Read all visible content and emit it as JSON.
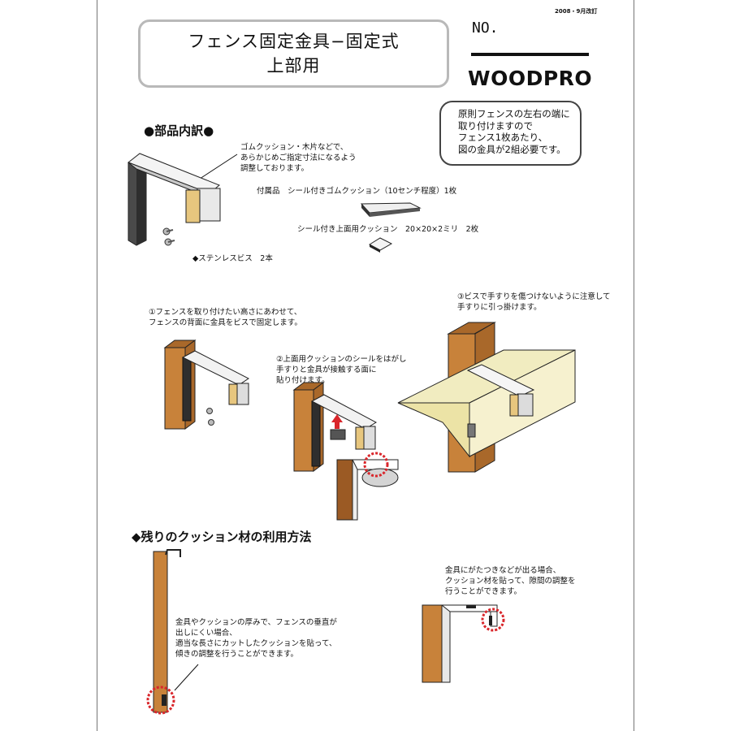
{
  "header": {
    "revised": "2008・9月改訂",
    "title_line1": "フェンス固定金具−固定式",
    "title_line2": "上部用",
    "no_label": "NO.",
    "brand": "WOODPRO"
  },
  "note": {
    "lines": [
      "原則フェンスの左右の端に",
      "取り付けますので",
      "フェンス1枚あたり、",
      "図の金具が2組必要です。"
    ]
  },
  "parts": {
    "heading": "●部品内訳●",
    "cushion_note": [
      "ゴムクッション・木片などで、",
      "あらかじめご指定寸法になるよう",
      "調整しております。"
    ],
    "accessory_1": "付属品　シール付きゴムクッション（10センチ程度）1枚",
    "accessory_2": "シール付き上面用クッション　20×20×2ミリ　2枚",
    "screws": "◆ステンレスビス　2本"
  },
  "steps": {
    "step1": [
      "①フェンスを取り付けたい高さにあわせて、",
      "フェンスの背面に金具をビスで固定します。"
    ],
    "step2": [
      "②上面用クッションのシールをはがし",
      "手すりと金具が接触する面に",
      "貼り付けます。"
    ],
    "step3": [
      "③ビスで手すりを傷つけないように注意して",
      "手すりに引っ掛けます。"
    ]
  },
  "remaining": {
    "heading": "◆残りのクッション材の利用方法",
    "left_note": [
      "金具やクッションの厚みで、フェンスの垂直が",
      "出しにくい場合、",
      "適当な長さにカットしたクッションを貼って、",
      "傾きの調整を行うことができます。"
    ],
    "right_note": [
      "金具にがたつきなどが出る場合、",
      "クッション材を貼って、隙間の調整を",
      "行うことができます。"
    ]
  },
  "colors": {
    "wood": "#c8823a",
    "wood_dark": "#a9682a",
    "bracket_dark": "#3a3a3a",
    "rail": "#f1ecc0",
    "cushion": "#e7c67e",
    "marker": "#d9262b"
  }
}
